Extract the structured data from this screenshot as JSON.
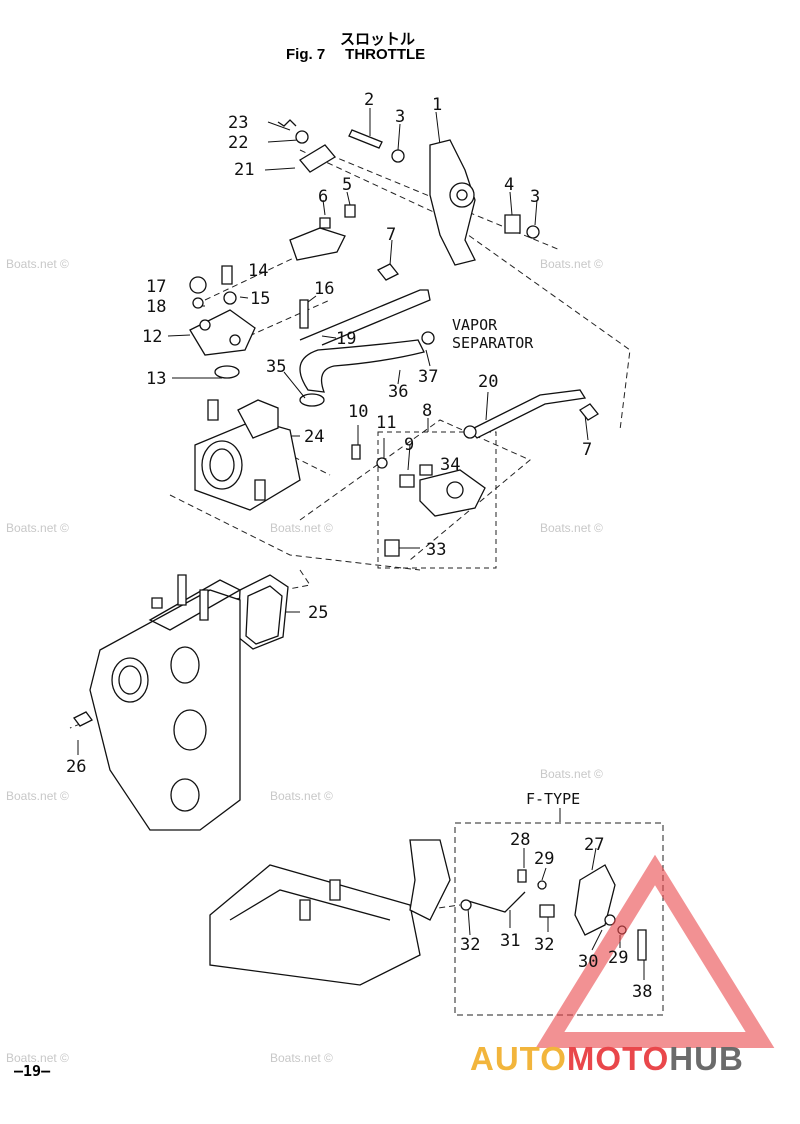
{
  "header": {
    "title_jp": "スロットル",
    "fig_label": "Fig. 7",
    "fig_title": "THROTTLE"
  },
  "callouts": [
    {
      "id": "l1",
      "text": "1"
    },
    {
      "id": "l2",
      "text": "2"
    },
    {
      "id": "l3a",
      "text": "3"
    },
    {
      "id": "l3b",
      "text": "3"
    },
    {
      "id": "l4",
      "text": "4"
    },
    {
      "id": "l5",
      "text": "5"
    },
    {
      "id": "l6",
      "text": "6"
    },
    {
      "id": "l7a",
      "text": "7"
    },
    {
      "id": "l7b",
      "text": "7"
    },
    {
      "id": "l8",
      "text": "8"
    },
    {
      "id": "l9",
      "text": "9"
    },
    {
      "id": "l10",
      "text": "10"
    },
    {
      "id": "l11",
      "text": "11"
    },
    {
      "id": "l12",
      "text": "12"
    },
    {
      "id": "l13",
      "text": "13"
    },
    {
      "id": "l14",
      "text": "14"
    },
    {
      "id": "l15",
      "text": "15"
    },
    {
      "id": "l16",
      "text": "16"
    },
    {
      "id": "l17",
      "text": "17"
    },
    {
      "id": "l18",
      "text": "18"
    },
    {
      "id": "l19",
      "text": "19"
    },
    {
      "id": "l20",
      "text": "20"
    },
    {
      "id": "l21",
      "text": "21"
    },
    {
      "id": "l22",
      "text": "22"
    },
    {
      "id": "l23",
      "text": "23"
    },
    {
      "id": "l24",
      "text": "24"
    },
    {
      "id": "l25",
      "text": "25"
    },
    {
      "id": "l26",
      "text": "26"
    },
    {
      "id": "l27",
      "text": "27"
    },
    {
      "id": "l28",
      "text": "28"
    },
    {
      "id": "l29a",
      "text": "29"
    },
    {
      "id": "l29b",
      "text": "29"
    },
    {
      "id": "l30",
      "text": "30"
    },
    {
      "id": "l31",
      "text": "31"
    },
    {
      "id": "l32a",
      "text": "32"
    },
    {
      "id": "l32b",
      "text": "32"
    },
    {
      "id": "l33",
      "text": "33"
    },
    {
      "id": "l34",
      "text": "34"
    },
    {
      "id": "l35",
      "text": "35"
    },
    {
      "id": "l36",
      "text": "36"
    },
    {
      "id": "l37",
      "text": "37"
    },
    {
      "id": "l38",
      "text": "38"
    }
  ],
  "notes": {
    "vapor": "VAPOR",
    "separator": "SEPARATOR",
    "f_type": "F-TYPE"
  },
  "watermark": "Boats.net ©",
  "page_number": "—19—",
  "brand": {
    "part1": "AUTO",
    "part2": "MOTO",
    "part3": "HUB",
    "colors": {
      "auto": "#f2b53c",
      "moto": "#e9474b",
      "hub": "#6b6b6b"
    }
  }
}
